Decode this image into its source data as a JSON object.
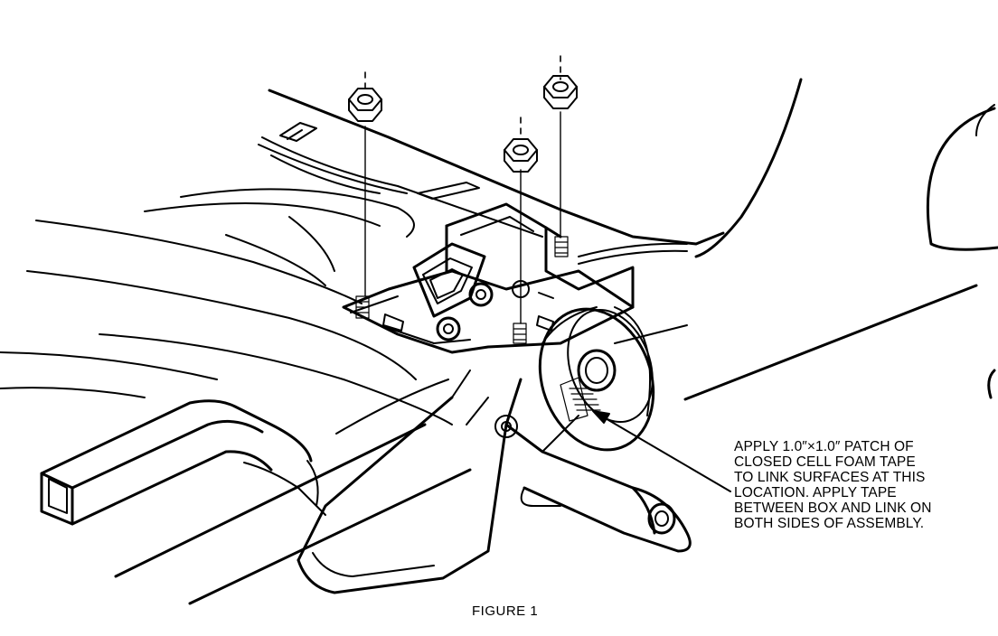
{
  "callout": {
    "lines": [
      "APPLY 1.0″×1.0″ PATCH OF",
      "CLOSED CELL FOAM TAPE",
      "TO LINK SURFACES AT THIS",
      "LOCATION. APPLY TAPE",
      "BETWEEN BOX AND LINK ON",
      "BOTH SIDES OF ASSEMBLY."
    ]
  },
  "caption": "FIGURE 1",
  "icons": [
    "hex-nut-icon",
    "stud-icon",
    "arrow-icon"
  ]
}
